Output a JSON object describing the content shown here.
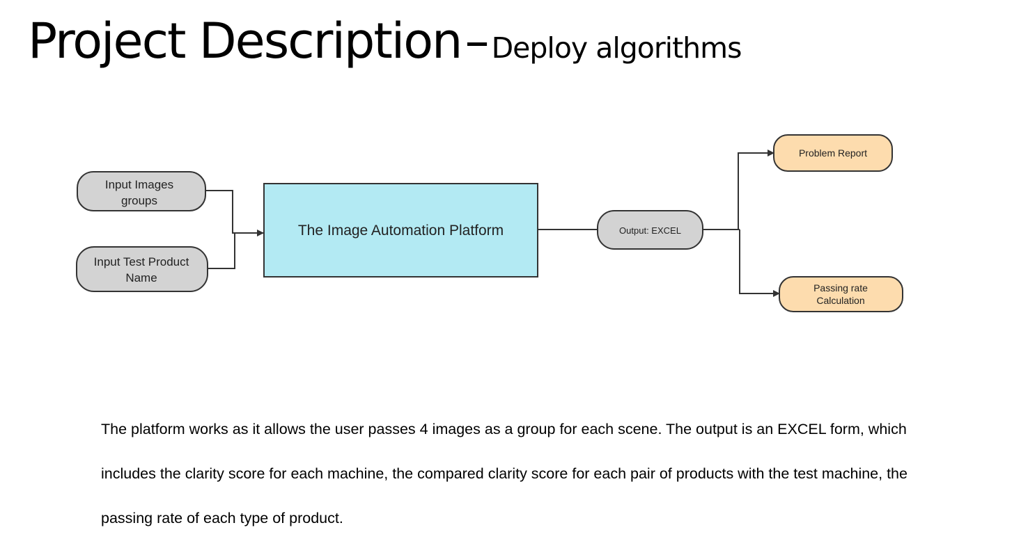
{
  "title": {
    "main": "Project Description",
    "dash": "–",
    "sub": "Deploy algorithms"
  },
  "nodes": {
    "input_images": [
      "Input Images",
      "groups"
    ],
    "input_product": [
      "Input Test Product",
      "Name"
    ],
    "platform": "The Image Automation Platform",
    "output": "Output: EXCEL",
    "problem_report": "Problem Report",
    "passing_rate": [
      "Passing rate",
      "Calculation"
    ]
  },
  "colors": {
    "input_fill": "#d3d3d3",
    "platform_fill": "#b3eaf3",
    "result_fill": "#fddcae",
    "stroke": "#333333"
  },
  "description": "The platform works as it allows the user passes 4 images as a group for each scene. The output is an EXCEL form, which includes the clarity score for each machine, the compared clarity score for each pair of products with the test machine, the passing rate of each type of product."
}
